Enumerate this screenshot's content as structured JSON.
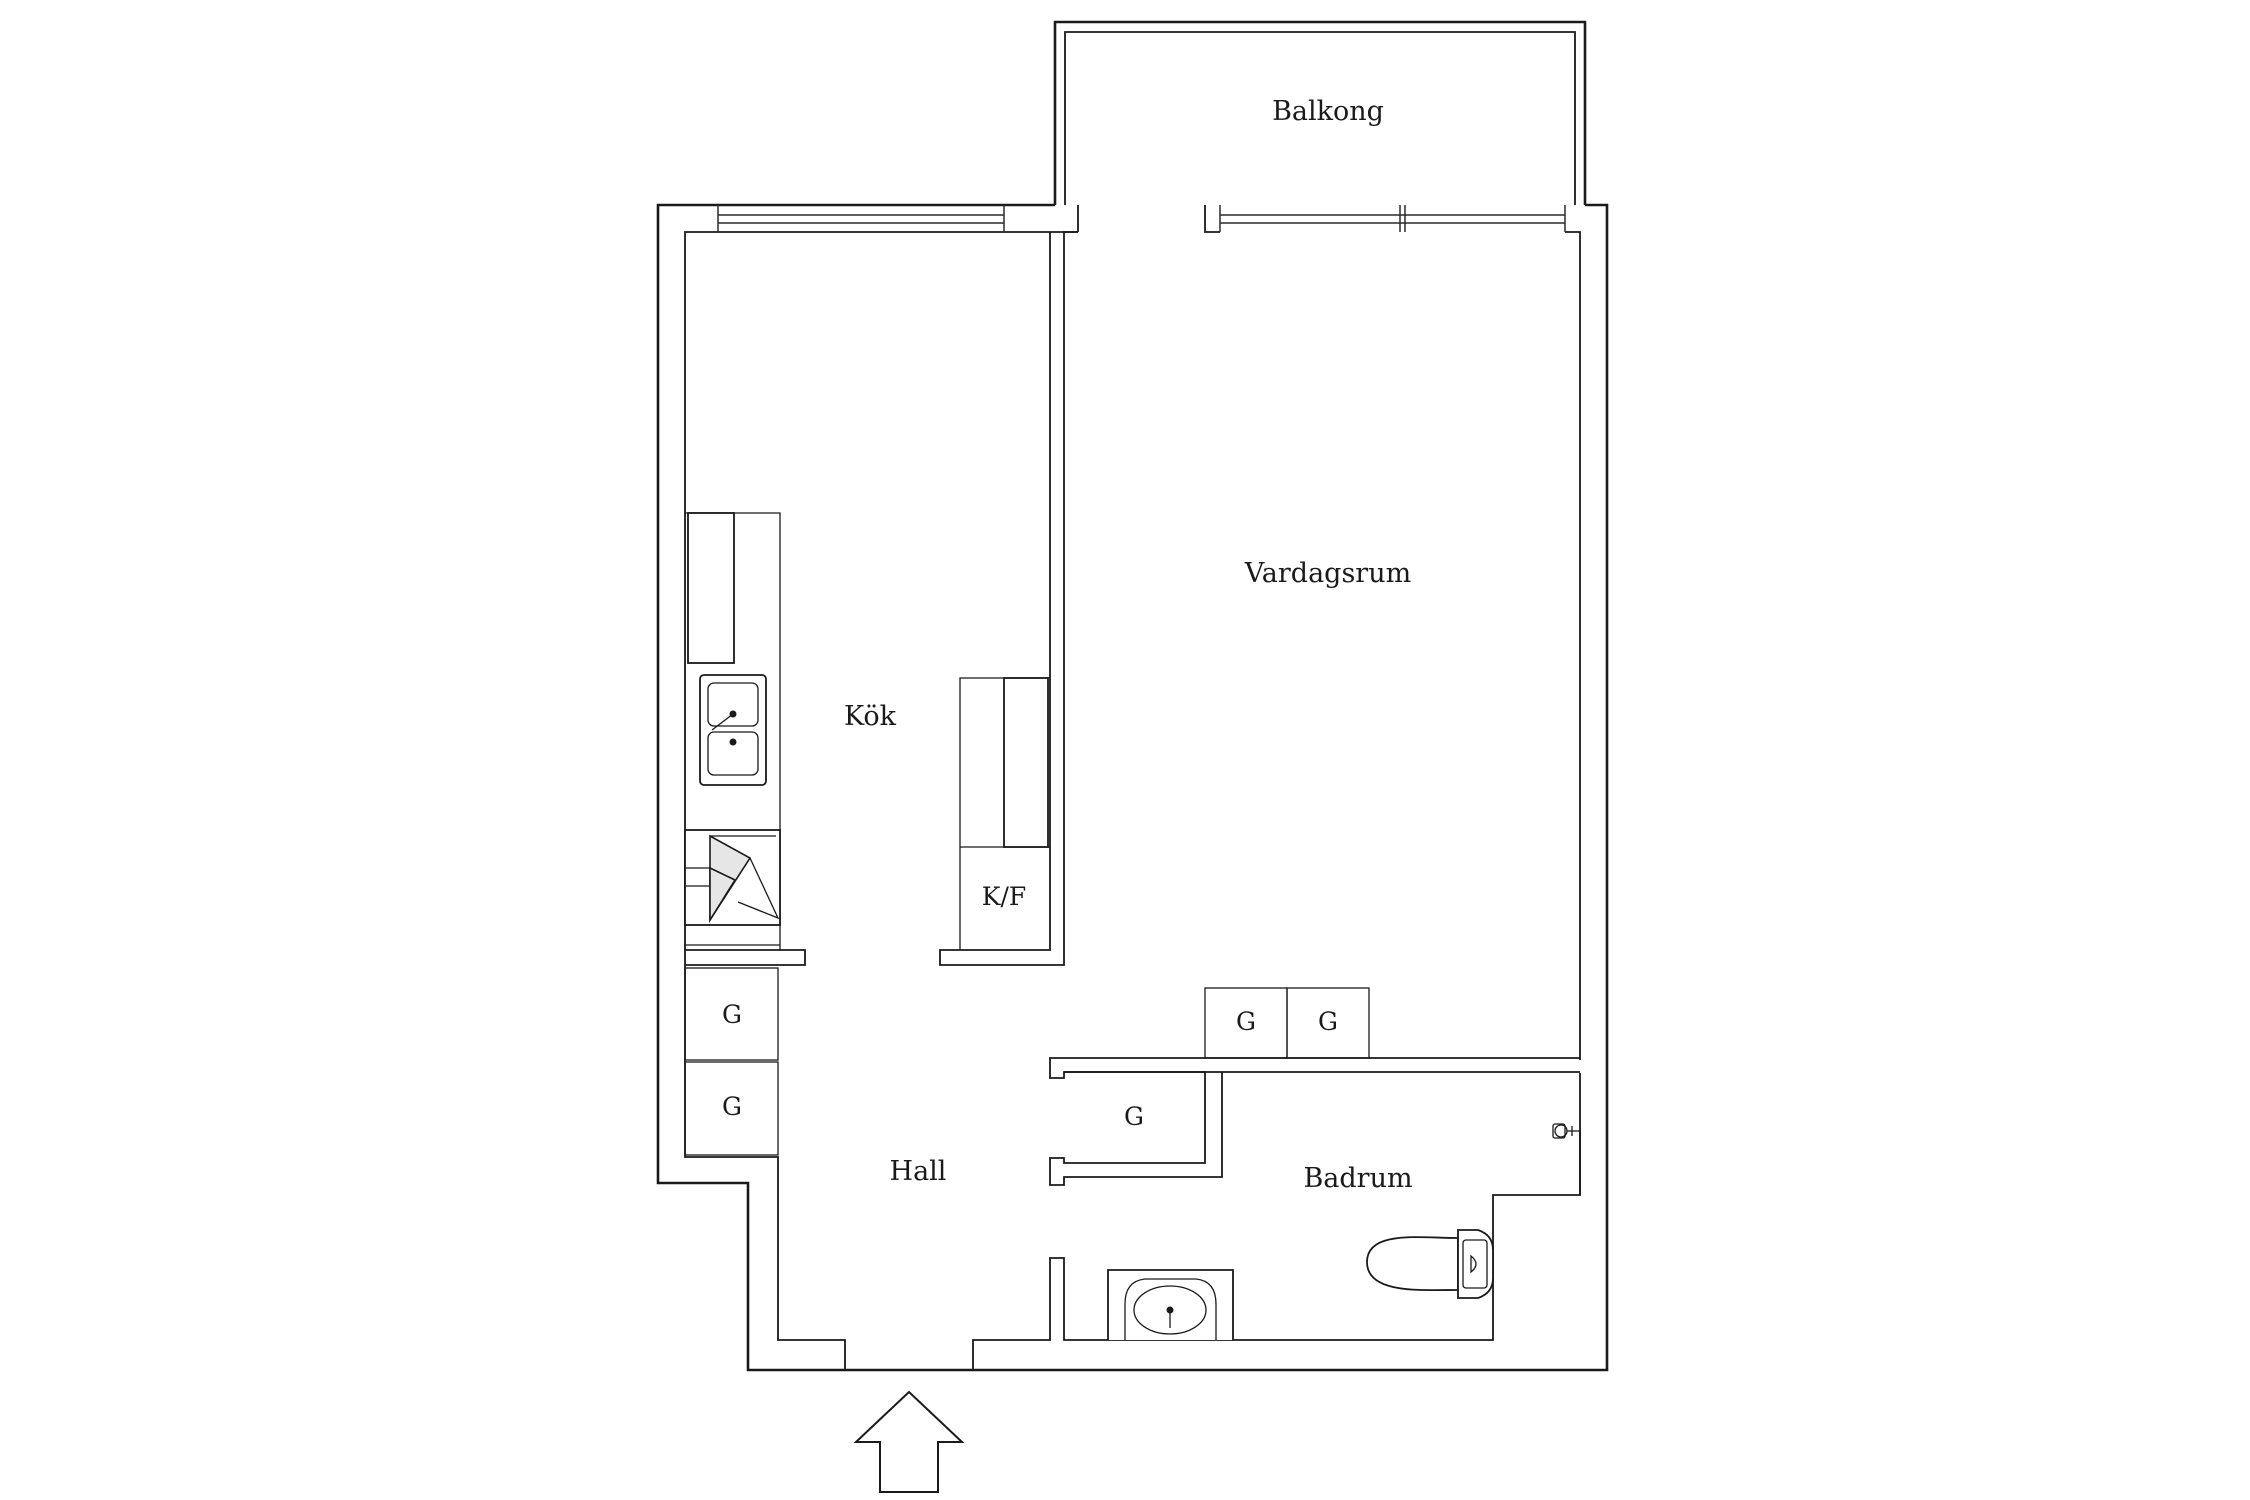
{
  "rooms": {
    "balcony": "Balkong",
    "living_room": "Vardagsrum",
    "kitchen": "Kök",
    "hall": "Hall",
    "bathroom": "Badrum"
  },
  "fixtures": {
    "fridge_freezer": "K/F",
    "wardrobe": "G"
  }
}
